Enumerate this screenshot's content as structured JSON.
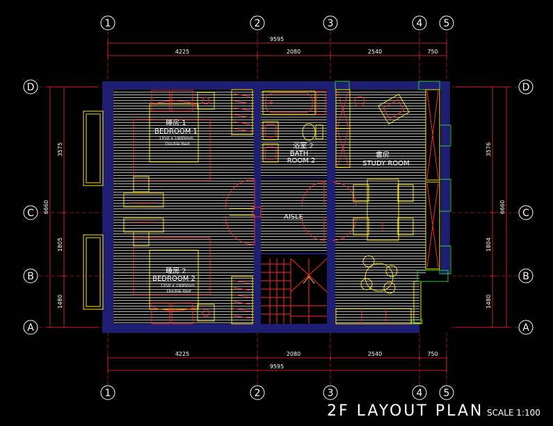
{
  "title": "2F  LAYOUT  PLAN",
  "scale": "SCALE 1:100",
  "grid_columns": [
    "1",
    "2",
    "3",
    "4",
    "5"
  ],
  "grid_rows": [
    "D",
    "C",
    "B",
    "A"
  ],
  "dimensions": {
    "overall_horizontal": "9595",
    "horizontal_segments": [
      "4225",
      "2080",
      "2540",
      "750"
    ],
    "overall_vertical": "6660",
    "left_vertical_segments": [
      "3575",
      "1805",
      "1480"
    ],
    "right_vertical_segments": [
      "3576",
      "1804",
      "1480"
    ]
  },
  "rooms": {
    "bedroom1": {
      "cn": "睡房 1",
      "en": "BEDROOM  1",
      "size": "1350 x 1900mm",
      "bed": "Double Bed"
    },
    "bedroom2": {
      "cn": "睡房 2",
      "en": "BEDROOM  2",
      "size": "1350 x 1900mm",
      "bed": "Double Bed"
    },
    "bathroom": {
      "cn": "浴室 2",
      "en1": "BATH",
      "en2": "ROOM  2"
    },
    "study": {
      "cn": "書房",
      "en": "STUDY ROOM"
    },
    "aisle": {
      "en": "AISLE"
    }
  },
  "colors": {
    "wall": "#1e1e72",
    "hatch": "#b4b4b4",
    "furniture_red": "#ff2a2a",
    "furniture_yellow": "#ffe600",
    "dim_line": "#ff2a2a",
    "dim_text": "#ffffff",
    "grid_line": "#ff2a2a",
    "window_green": "#2ecc40"
  }
}
